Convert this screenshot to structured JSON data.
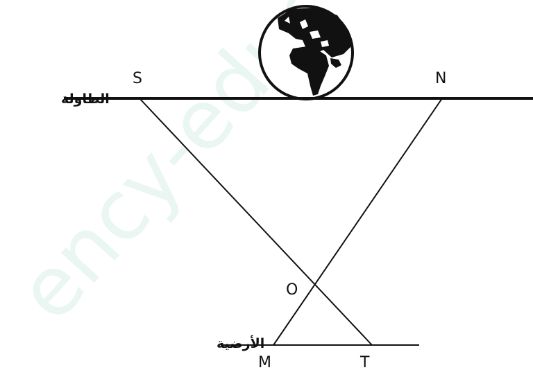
{
  "watermark": "ency-educ",
  "labels": {
    "table": "الطاولة",
    "floor": "الأرضية",
    "S": "S",
    "N": "N",
    "O": "O",
    "M": "M",
    "T": "T"
  },
  "colors": {
    "ink": "#111111",
    "globe_land": "#111111",
    "globe_water": "#ffffff",
    "watermark": "#e2f4ee"
  },
  "icons": {
    "globe": "earth-globe-icon"
  }
}
